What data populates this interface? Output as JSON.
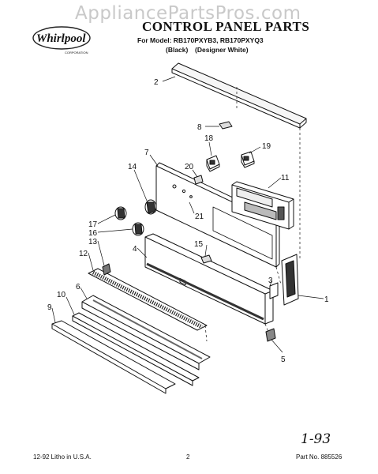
{
  "watermark": "AppliancePartsPros.com",
  "brand": "Whirlpool",
  "brand_sub": "CORPORATION",
  "title": "CONTROL PANEL PARTS",
  "model_line": "For Model: RB170PXYB3, RB170PXYQ3",
  "variants": [
    "(Black)",
    "(Designer White)"
  ],
  "callouts": [
    "1",
    "2",
    "3",
    "4",
    "5",
    "6",
    "7",
    "8",
    "9",
    "10",
    "11",
    "12",
    "13",
    "14",
    "15",
    "16",
    "17",
    "18",
    "19",
    "20",
    "21"
  ],
  "footer": {
    "left": "12-92  Litho in U.S.A.",
    "center": "2",
    "right": "Part No. 885526"
  },
  "handwritten": "1-93"
}
